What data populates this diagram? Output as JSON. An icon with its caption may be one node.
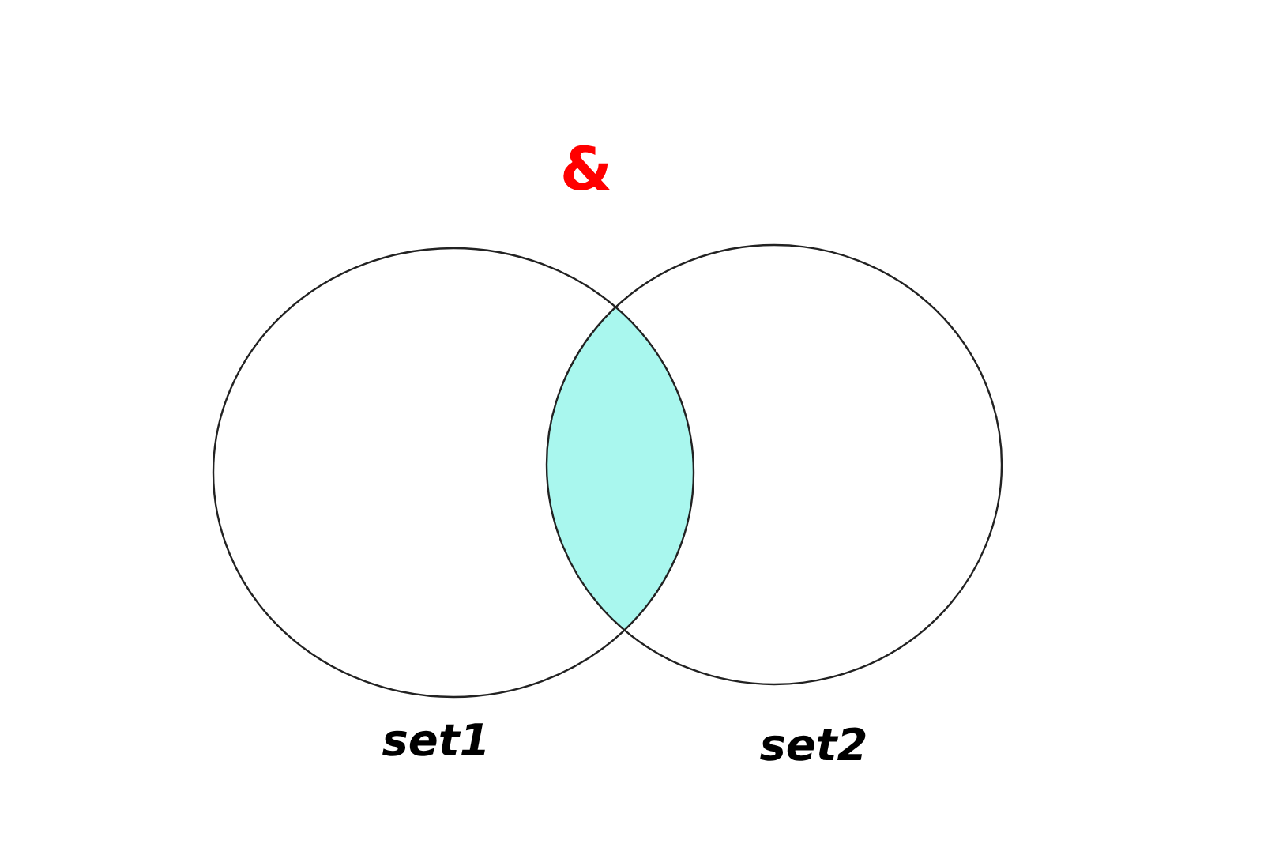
{
  "diagram": {
    "nodes": [
      {
        "text": [
          "set1"
        ]
      },
      {
        "text": [
          "set2"
        ]
      },
      {
        "text": [],
        "shape": "lens"
      }
    ],
    "labels": [
      "&"
    ]
  }
}
